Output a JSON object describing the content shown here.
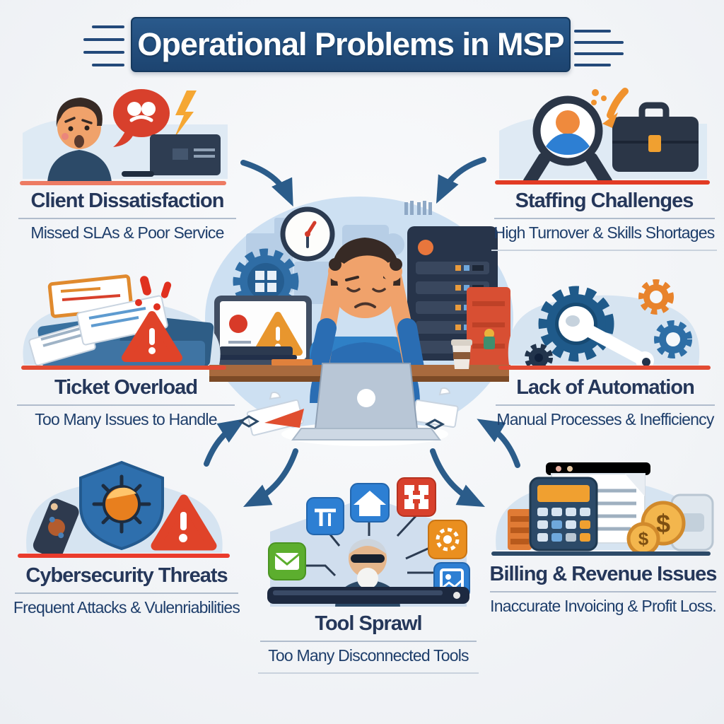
{
  "title_banner": {
    "text": "Operational Problems in MSP"
  },
  "sections": {
    "client": {
      "title": "Client Dissatisfaction",
      "subtitle": "Missed SLAs & Poor Service",
      "icons": [
        "frustrated-user-icon",
        "angry-speech-bubble-icon",
        "lightning-bolt-icon",
        "laptop-icon"
      ]
    },
    "staffing": {
      "title": "Staffing Challenges",
      "subtitle": "High Turnover & Skills Shortages",
      "icons": [
        "magnifier-candidate-icon",
        "briefcase-icon",
        "orange-arrow-icon"
      ]
    },
    "ticket": {
      "title": "Ticket Overload",
      "subtitle": "Too Many Issues to Handle",
      "icons": [
        "ticket-stack-icon",
        "inbox-tray-icon",
        "warning-triangle-icon",
        "exclamation-marks-icon"
      ]
    },
    "automation": {
      "title": "Lack of Automation",
      "subtitle": "Manual Processes & Inefficiency",
      "icons": [
        "gear-icon",
        "wrench-icon"
      ]
    },
    "cyber": {
      "title": "Cybersecurity Threats",
      "subtitle": "Frequent Attacks & Vulenriabilities",
      "icons": [
        "shield-icon",
        "malware-sun-icon",
        "warning-triangle-icon",
        "infected-phone-icon"
      ]
    },
    "toolsprawl": {
      "title": "Tool Sprawl",
      "subtitle": "Too Many Disconnected Tools",
      "icons": [
        "admin-user-icon",
        "mail-app-icon",
        "text-app-icon",
        "home-app-icon",
        "grid-app-icon",
        "gear-app-icon",
        "photo-app-icon"
      ]
    },
    "billing": {
      "title": "Billing & Revenue Issues",
      "subtitle": "Inaccurate Invoicing & Profit Loss.",
      "icons": [
        "calculator-icon",
        "invoice-icon",
        "dollar-coin-icon",
        "wallet-icon"
      ]
    }
  },
  "center": {
    "icons": [
      "stressed-technician-icon",
      "alert-monitor-icon",
      "wall-clock-icon",
      "gear-icon",
      "server-rack-icon",
      "red-cabinet-icon",
      "coffee-cup-icon",
      "laptop-icon",
      "scattered-papers-icon"
    ]
  },
  "glyphs": {
    "dollar": "$"
  },
  "colors": {
    "banner_bg": "#234f7d",
    "banner_text": "#ffffff",
    "heading": "#25375a",
    "subtitle": "#1e3e6b",
    "accent_red": "#e8533f",
    "accent_dark_blue": "#2c4a68",
    "arrow": "#2b5c8a",
    "scene_bg": "#cfe0f0",
    "warning_red": "#d83a28",
    "warning_orange": "#e8962e"
  }
}
